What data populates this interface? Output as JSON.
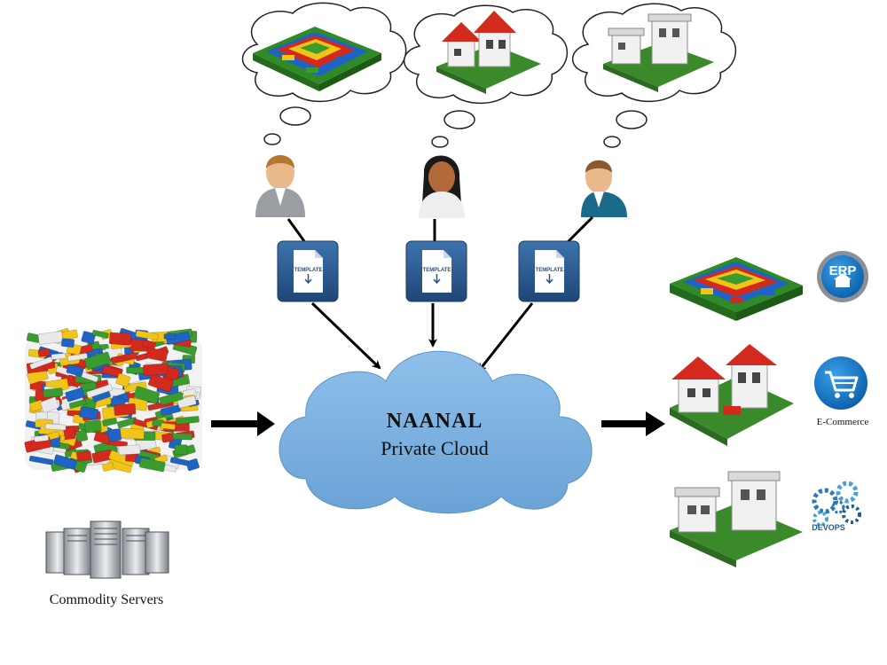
{
  "cloud": {
    "title": "NAANAL",
    "subtitle": "Private Cloud"
  },
  "source": {
    "label": "Commodity Servers"
  },
  "templates": [
    {
      "label": "TEMPLATE"
    },
    {
      "label": "TEMPLATE"
    },
    {
      "label": "TEMPLATE"
    }
  ],
  "outputs": [
    {
      "badge": "ERP",
      "icon": "erp-badge-icon"
    },
    {
      "badge": "",
      "label": "E-Commerce",
      "icon": "shopping-cart-icon"
    },
    {
      "badge": "DEVOPS",
      "icon": "gears-icon"
    }
  ],
  "colors": {
    "cloud": "#7eb1df",
    "cloud_edge": "#5b93c6",
    "template_blue": "#2c5d93",
    "brick_red": "#d42a1e",
    "brick_blue": "#1f63c4",
    "brick_green": "#3a9b2e",
    "brick_yellow": "#f2c418",
    "arrow": "#000000"
  }
}
